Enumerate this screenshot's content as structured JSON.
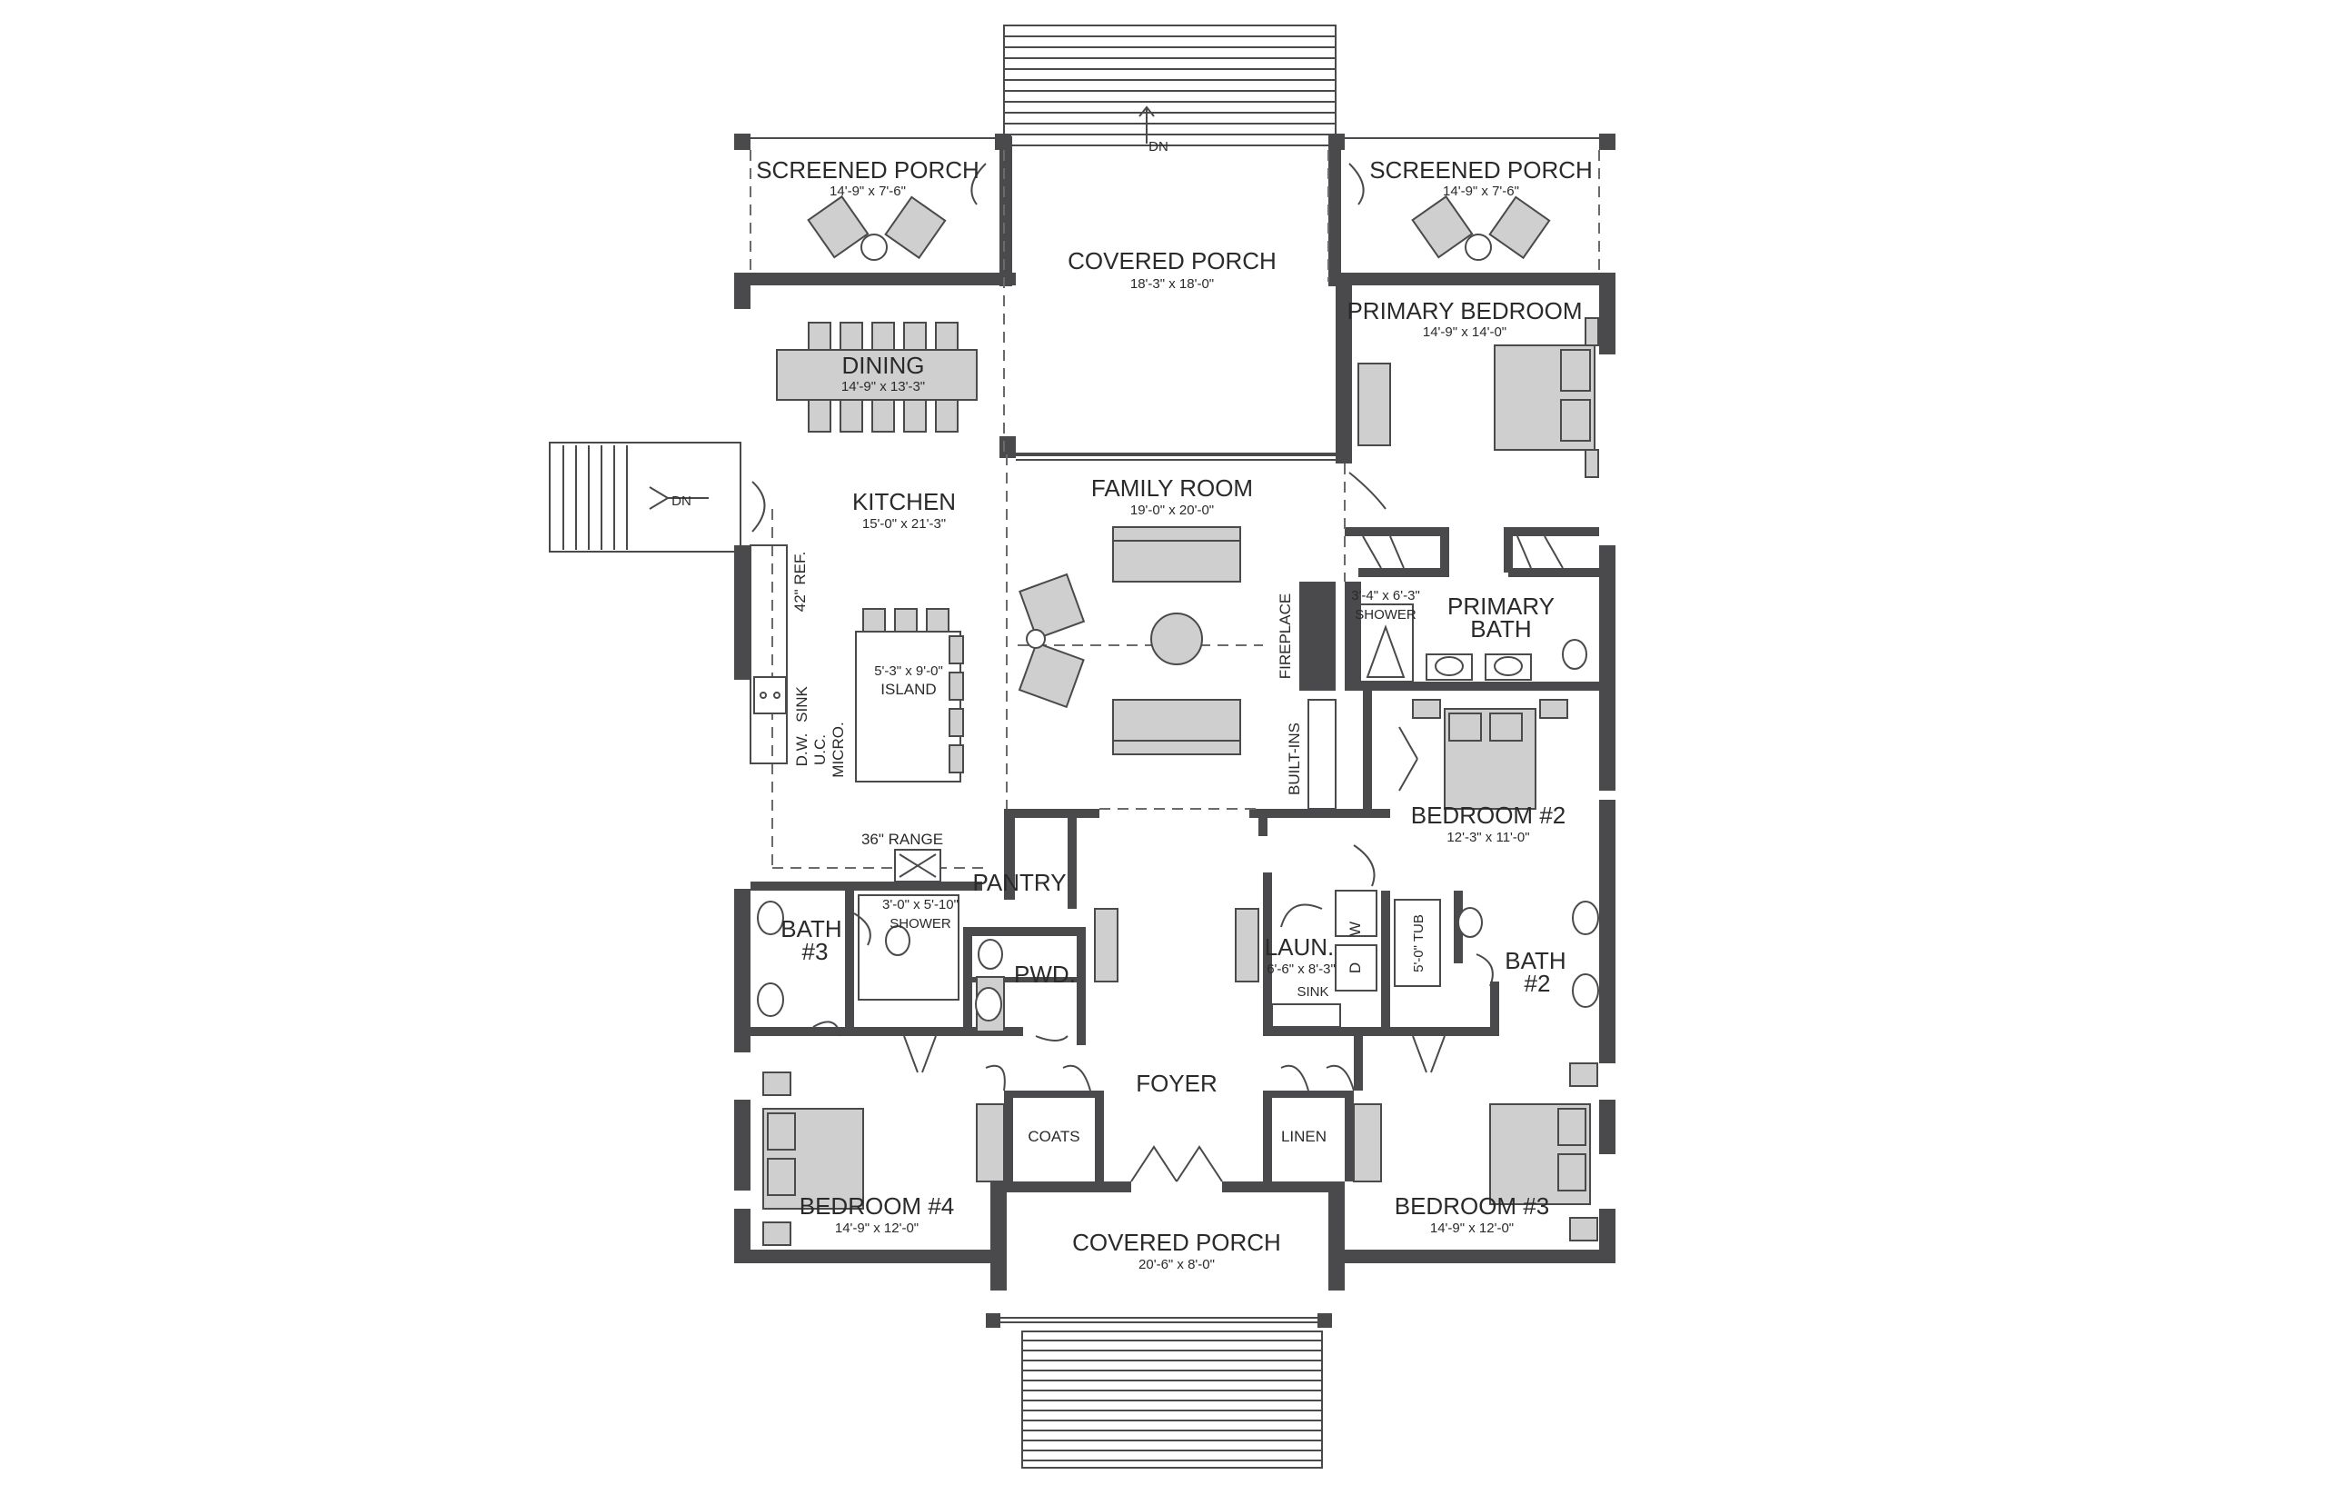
{
  "rooms": {
    "screened_porch_left": {
      "name": "SCREENED PORCH",
      "dims": "14'-9\" x 7'-6\""
    },
    "covered_porch_rear": {
      "name": "COVERED PORCH",
      "dims": "18'-3\" x 18'-0\""
    },
    "screened_porch_right": {
      "name": "SCREENED PORCH",
      "dims": "14'-9\" x 7'-6\""
    },
    "dining": {
      "name": "DINING",
      "dims": "14'-9\" x 13'-3\""
    },
    "primary_bedroom": {
      "name": "PRIMARY BEDROOM",
      "dims": "14'-9\" x 14'-0\""
    },
    "kitchen": {
      "name": "KITCHEN",
      "dims": "15'-0\" x 21'-3\""
    },
    "family_room": {
      "name": "FAMILY ROOM",
      "dims": "19'-0\" x 20'-0\""
    },
    "primary_bath": {
      "name_line1": "PRIMARY",
      "name_line2": "BATH"
    },
    "bedroom2": {
      "name": "BEDROOM #2",
      "dims": "12'-3\" x 11'-0\""
    },
    "pantry": {
      "name": "PANTRY"
    },
    "bath3": {
      "name_line1": "BATH",
      "name_line2": "#3"
    },
    "pwd": {
      "name": "PWD."
    },
    "laundry": {
      "name": "LAUN.",
      "dims": "6'-6\" x 8'-3\""
    },
    "bath2": {
      "name_line1": "BATH",
      "name_line2": "#2"
    },
    "foyer": {
      "name": "FOYER"
    },
    "coats": {
      "name": "COATS"
    },
    "linen": {
      "name": "LINEN"
    },
    "bedroom4": {
      "name": "BEDROOM #4",
      "dims": "14'-9\" x 12'-0\""
    },
    "bedroom3": {
      "name": "BEDROOM #3",
      "dims": "14'-9\" x 12'-0\""
    },
    "covered_porch_front": {
      "name": "COVERED PORCH",
      "dims": "20'-6\" x 8'-0\""
    }
  },
  "labels": {
    "dn_rear": "DN",
    "dn_side": "DN",
    "ref": "42\" REF.",
    "sink": "SINK",
    "dw": "D.W.",
    "uc": "U.C.",
    "micro": "MICRO.",
    "island_dims": "5'-3\" x 9'-0\"",
    "island": "ISLAND",
    "range": "36\" RANGE",
    "fireplace": "FIREPLACE",
    "builtins": "BUILT-INS",
    "shower_primary_dims": "3'-4\" x 6'-3\"",
    "shower_primary": "SHOWER",
    "shower_bath3_dims": "3'-0\" x 5'-10\"",
    "shower_bath3": "SHOWER",
    "laundry_sink": "SINK",
    "dryer": "D",
    "washer": "W",
    "tub": "5'-0\" TUB"
  },
  "colors": {
    "wall": "#4a4a4d",
    "furniture": "#cfcfcf",
    "background": "#ffffff"
  }
}
